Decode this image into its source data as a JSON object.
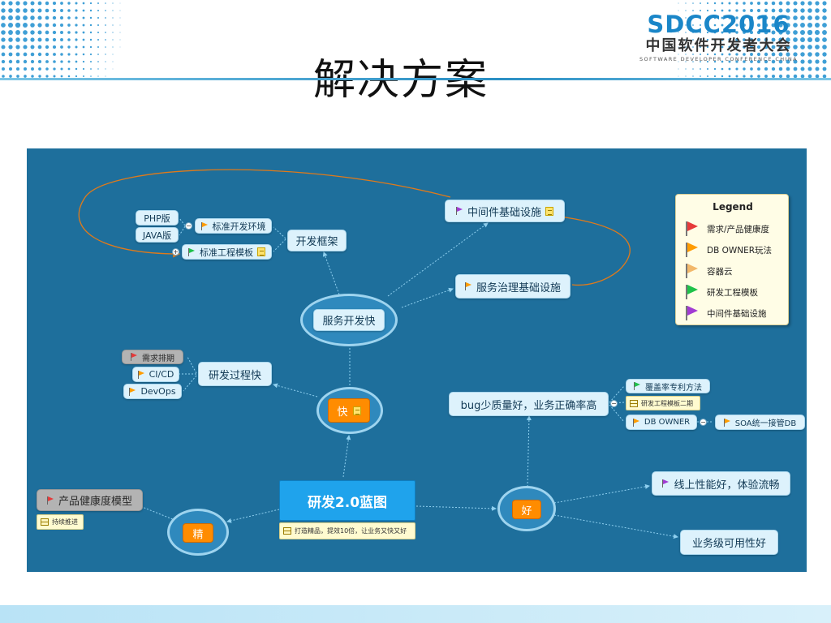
{
  "slide": {
    "title": "解决方案",
    "logo": {
      "main": "SDCC2016",
      "cn": "中国软件开发者大会",
      "en": "SOFTWARE DEVELOPER CONFERENCE CHINA"
    }
  },
  "colors": {
    "canvas": "#1e6f9c",
    "topic": "#ddf2fc",
    "root": "#1fa3ec",
    "orange": "#ff8c00",
    "link": "#8fd0f0",
    "relation": "#e07a1a"
  },
  "mindmap": {
    "root": {
      "label": "研发2.0蓝图",
      "note": "打造精品，提效10倍，让业务又快又好"
    },
    "kuai": {
      "label": "快",
      "service": {
        "label": "服务开发快",
        "framework": {
          "label": "开发框架",
          "env": {
            "label": "标准开发环境",
            "php": "PHP版",
            "java": "JAVA版"
          },
          "template": {
            "label": "标准工程模板"
          }
        },
        "middleware": {
          "label": "中间件基础设施"
        },
        "governance": {
          "label": "服务治理基础设施"
        }
      },
      "process": {
        "label": "研发过程快",
        "demand": "需求排期",
        "cicd": "CI/CD",
        "devops": "DevOps"
      }
    },
    "jing": {
      "label": "精",
      "model": {
        "label": "产品健康度模型",
        "note": "持续推进"
      }
    },
    "hao": {
      "label": "好",
      "bug": {
        "label": "bug少质量好，业务正确率高",
        "coverage": "覆盖率专利方法",
        "template2": "研发工程模板二期",
        "dbowner": "DB OWNER",
        "soa": "SOA统一接管DB"
      },
      "perf": "线上性能好，体验流畅",
      "avail": "业务级可用性好"
    }
  },
  "legend": {
    "title": "Legend",
    "items": [
      {
        "label": "需求/产品健康度",
        "color": "#e63a3a"
      },
      {
        "label": "DB OWNER玩法",
        "color": "#ff9c00"
      },
      {
        "label": "容器云",
        "color": "#f2b86a"
      },
      {
        "label": "研发工程模板",
        "color": "#1ec24a"
      },
      {
        "label": "中间件基础设施",
        "color": "#a23bd3"
      }
    ]
  }
}
